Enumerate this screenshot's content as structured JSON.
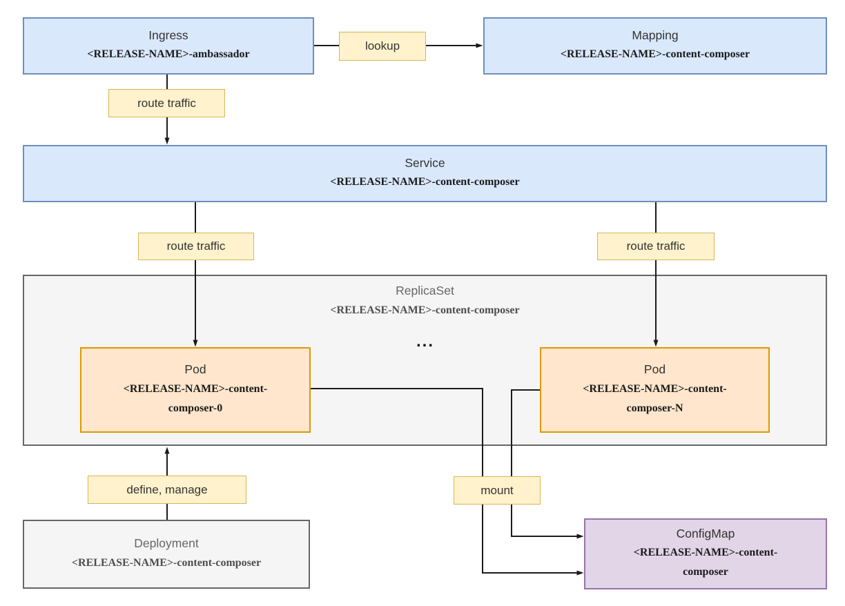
{
  "diagram": {
    "description": "Helm chart Kubernetes resource architecture diagram for content-composer",
    "nodes": {
      "ingress": {
        "title": "Ingress",
        "subtitle": "<RELEASE-NAME>-ambassador"
      },
      "mapping": {
        "title": "Mapping",
        "subtitle": "<RELEASE-NAME>-content-composer"
      },
      "service": {
        "title": "Service",
        "subtitle": "<RELEASE-NAME>-content-composer"
      },
      "replicaset": {
        "title": "ReplicaSet",
        "subtitle": "<RELEASE-NAME>-content-composer"
      },
      "pod0": {
        "title": "Pod",
        "subtitle": "<RELEASE-NAME>-content-composer-0"
      },
      "podN": {
        "title": "Pod",
        "subtitle": "<RELEASE-NAME>-content-composer-N"
      },
      "deployment": {
        "title": "Deployment",
        "subtitle": "<RELEASE-NAME>-content-composer"
      },
      "configmap": {
        "title": "ConfigMap",
        "subtitle": "<RELEASE-NAME>-content-composer"
      }
    },
    "edge_labels": {
      "lookup": "lookup",
      "route_traffic_ingress": "route traffic",
      "route_traffic_pod0": "route traffic",
      "route_traffic_podN": "route traffic",
      "define_manage": "define, manage",
      "mount": "mount"
    },
    "ellipsis": "...",
    "colors": {
      "node_blue_fill": "#dae8fc",
      "node_blue_stroke": "#6c8ebf",
      "node_orange_fill": "#ffe6cc",
      "node_orange_stroke": "#d79b00",
      "node_gray_fill": "#f5f5f5",
      "node_gray_stroke": "#666666",
      "node_purple_fill": "#e1d5e7",
      "node_purple_stroke": "#9673a6",
      "label_fill": "#fff2cc",
      "label_stroke": "#d6b656",
      "edge_color": "#1a1a1a",
      "gray_text": "#666666"
    }
  }
}
